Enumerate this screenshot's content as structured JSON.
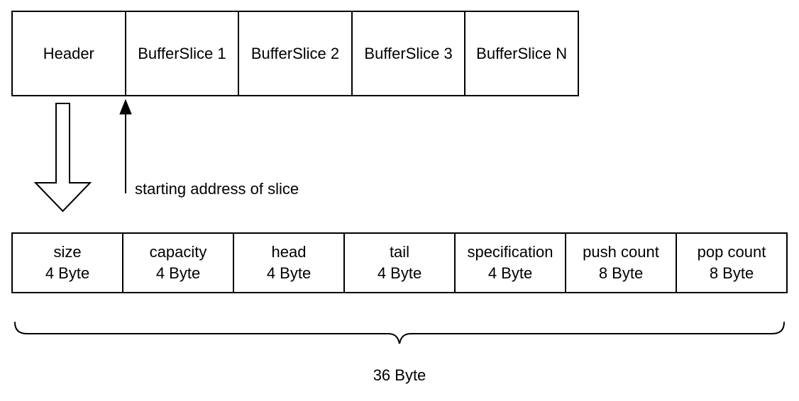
{
  "buffer_row": {
    "cells": [
      {
        "label": "Header"
      },
      {
        "label": "BufferSlice 1"
      },
      {
        "label": "BufferSlice 2"
      },
      {
        "label": "BufferSlice 3"
      },
      {
        "label": "BufferSlice N"
      }
    ]
  },
  "slice_annotation": {
    "label": "starting address of slice"
  },
  "header_struct": {
    "cells": [
      {
        "field": "size",
        "size": "4 Byte"
      },
      {
        "field": "capacity",
        "size": "4 Byte"
      },
      {
        "field": "head",
        "size": "4 Byte"
      },
      {
        "field": "tail",
        "size": "4 Byte"
      },
      {
        "field": "specification",
        "size": "4 Byte"
      },
      {
        "field": "push count",
        "size": "8 Byte"
      },
      {
        "field": "pop count",
        "size": "8 Byte"
      }
    ]
  },
  "brace": {
    "label": "36 Byte"
  },
  "colors": {
    "stroke": "#000000",
    "fill": "#ffffff",
    "text": "#000000"
  }
}
